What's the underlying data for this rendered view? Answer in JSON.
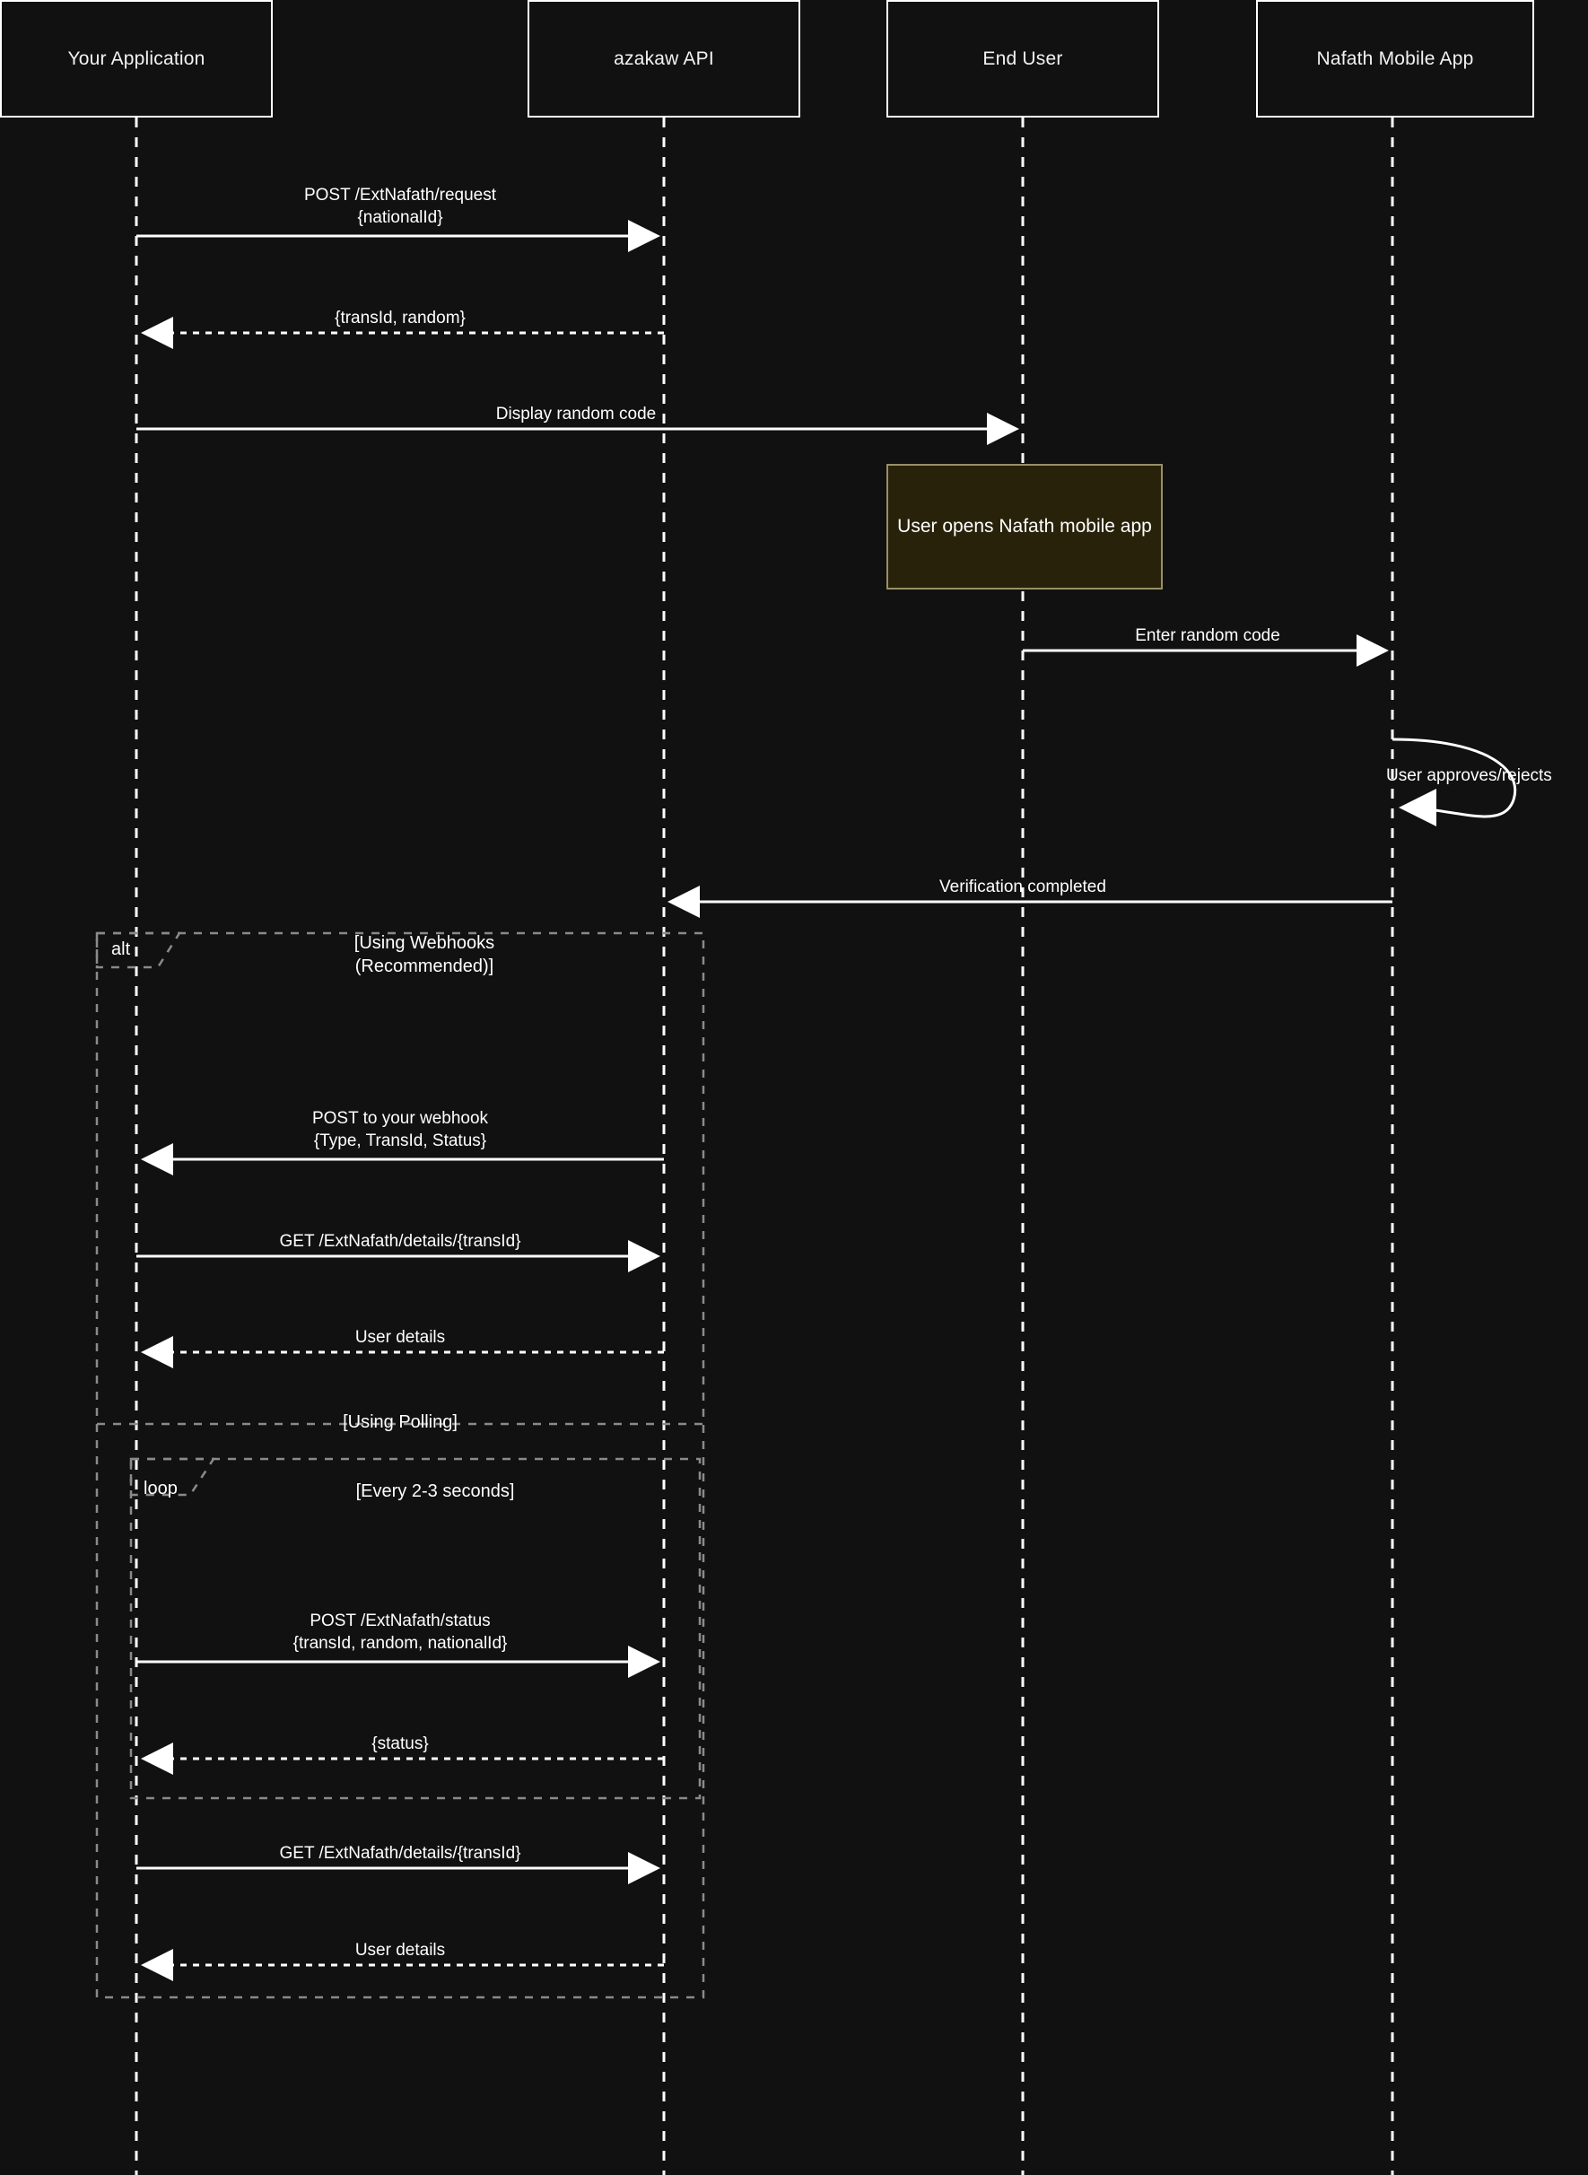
{
  "diagram": {
    "type": "sequence-diagram",
    "title": "azakaw Nafath verification sequence",
    "background_color": "#111111",
    "line_color": "#ffffff",
    "fragment_border_color": "#8a8a8a",
    "note_background_color": "#272209",
    "note_border_color": "#9a8f68"
  },
  "actors": [
    {
      "id": "app",
      "label": "Your Application"
    },
    {
      "id": "api",
      "label": "azakaw API"
    },
    {
      "id": "user",
      "label": "End User"
    },
    {
      "id": "nafath",
      "label": "Nafath Mobile App"
    }
  ],
  "notes": [
    {
      "id": "note-user-opens",
      "text": "User opens Nafath\nmobile app",
      "over": "user"
    }
  ],
  "messages": [
    {
      "id": "m1",
      "label": "POST /ExtNafath/request\n{nationalId}",
      "from": "app",
      "to": "api",
      "style": "solid"
    },
    {
      "id": "m2",
      "label": "{transId, random}",
      "from": "api",
      "to": "app",
      "style": "dashed"
    },
    {
      "id": "m3",
      "label": "Display random code",
      "from": "app",
      "to": "user",
      "style": "solid"
    },
    {
      "id": "m4",
      "label": "Enter random code",
      "from": "user",
      "to": "nafath",
      "style": "solid"
    },
    {
      "id": "m5",
      "label": "User approves/rejects",
      "from": "nafath",
      "to": "nafath",
      "style": "self"
    },
    {
      "id": "m6",
      "label": "Verification completed",
      "from": "nafath",
      "to": "api",
      "style": "solid"
    },
    {
      "id": "m7",
      "label": "POST to your webhook\n{Type, TransId, Status}",
      "from": "api",
      "to": "app",
      "style": "solid"
    },
    {
      "id": "m8",
      "label": "GET /ExtNafath/details/{transId}",
      "from": "app",
      "to": "api",
      "style": "solid"
    },
    {
      "id": "m9",
      "label": "User details",
      "from": "api",
      "to": "app",
      "style": "dashed"
    },
    {
      "id": "m10",
      "label": "POST /ExtNafath/status\n{transId, random, nationalId}",
      "from": "app",
      "to": "api",
      "style": "solid"
    },
    {
      "id": "m11",
      "label": "{status}",
      "from": "api",
      "to": "app",
      "style": "dashed"
    },
    {
      "id": "m12",
      "label": "GET /ExtNafath/details/{transId}",
      "from": "app",
      "to": "api",
      "style": "solid"
    },
    {
      "id": "m13",
      "label": "User details",
      "from": "api",
      "to": "app",
      "style": "dashed"
    }
  ],
  "fragments": [
    {
      "id": "frag-alt",
      "kind": "alt",
      "condition": "[Using Webhooks\n(Recommended)]",
      "divider": "[Using Polling]"
    },
    {
      "id": "frag-loop",
      "kind": "loop",
      "condition": "[Every 2-3 seconds]"
    }
  ]
}
